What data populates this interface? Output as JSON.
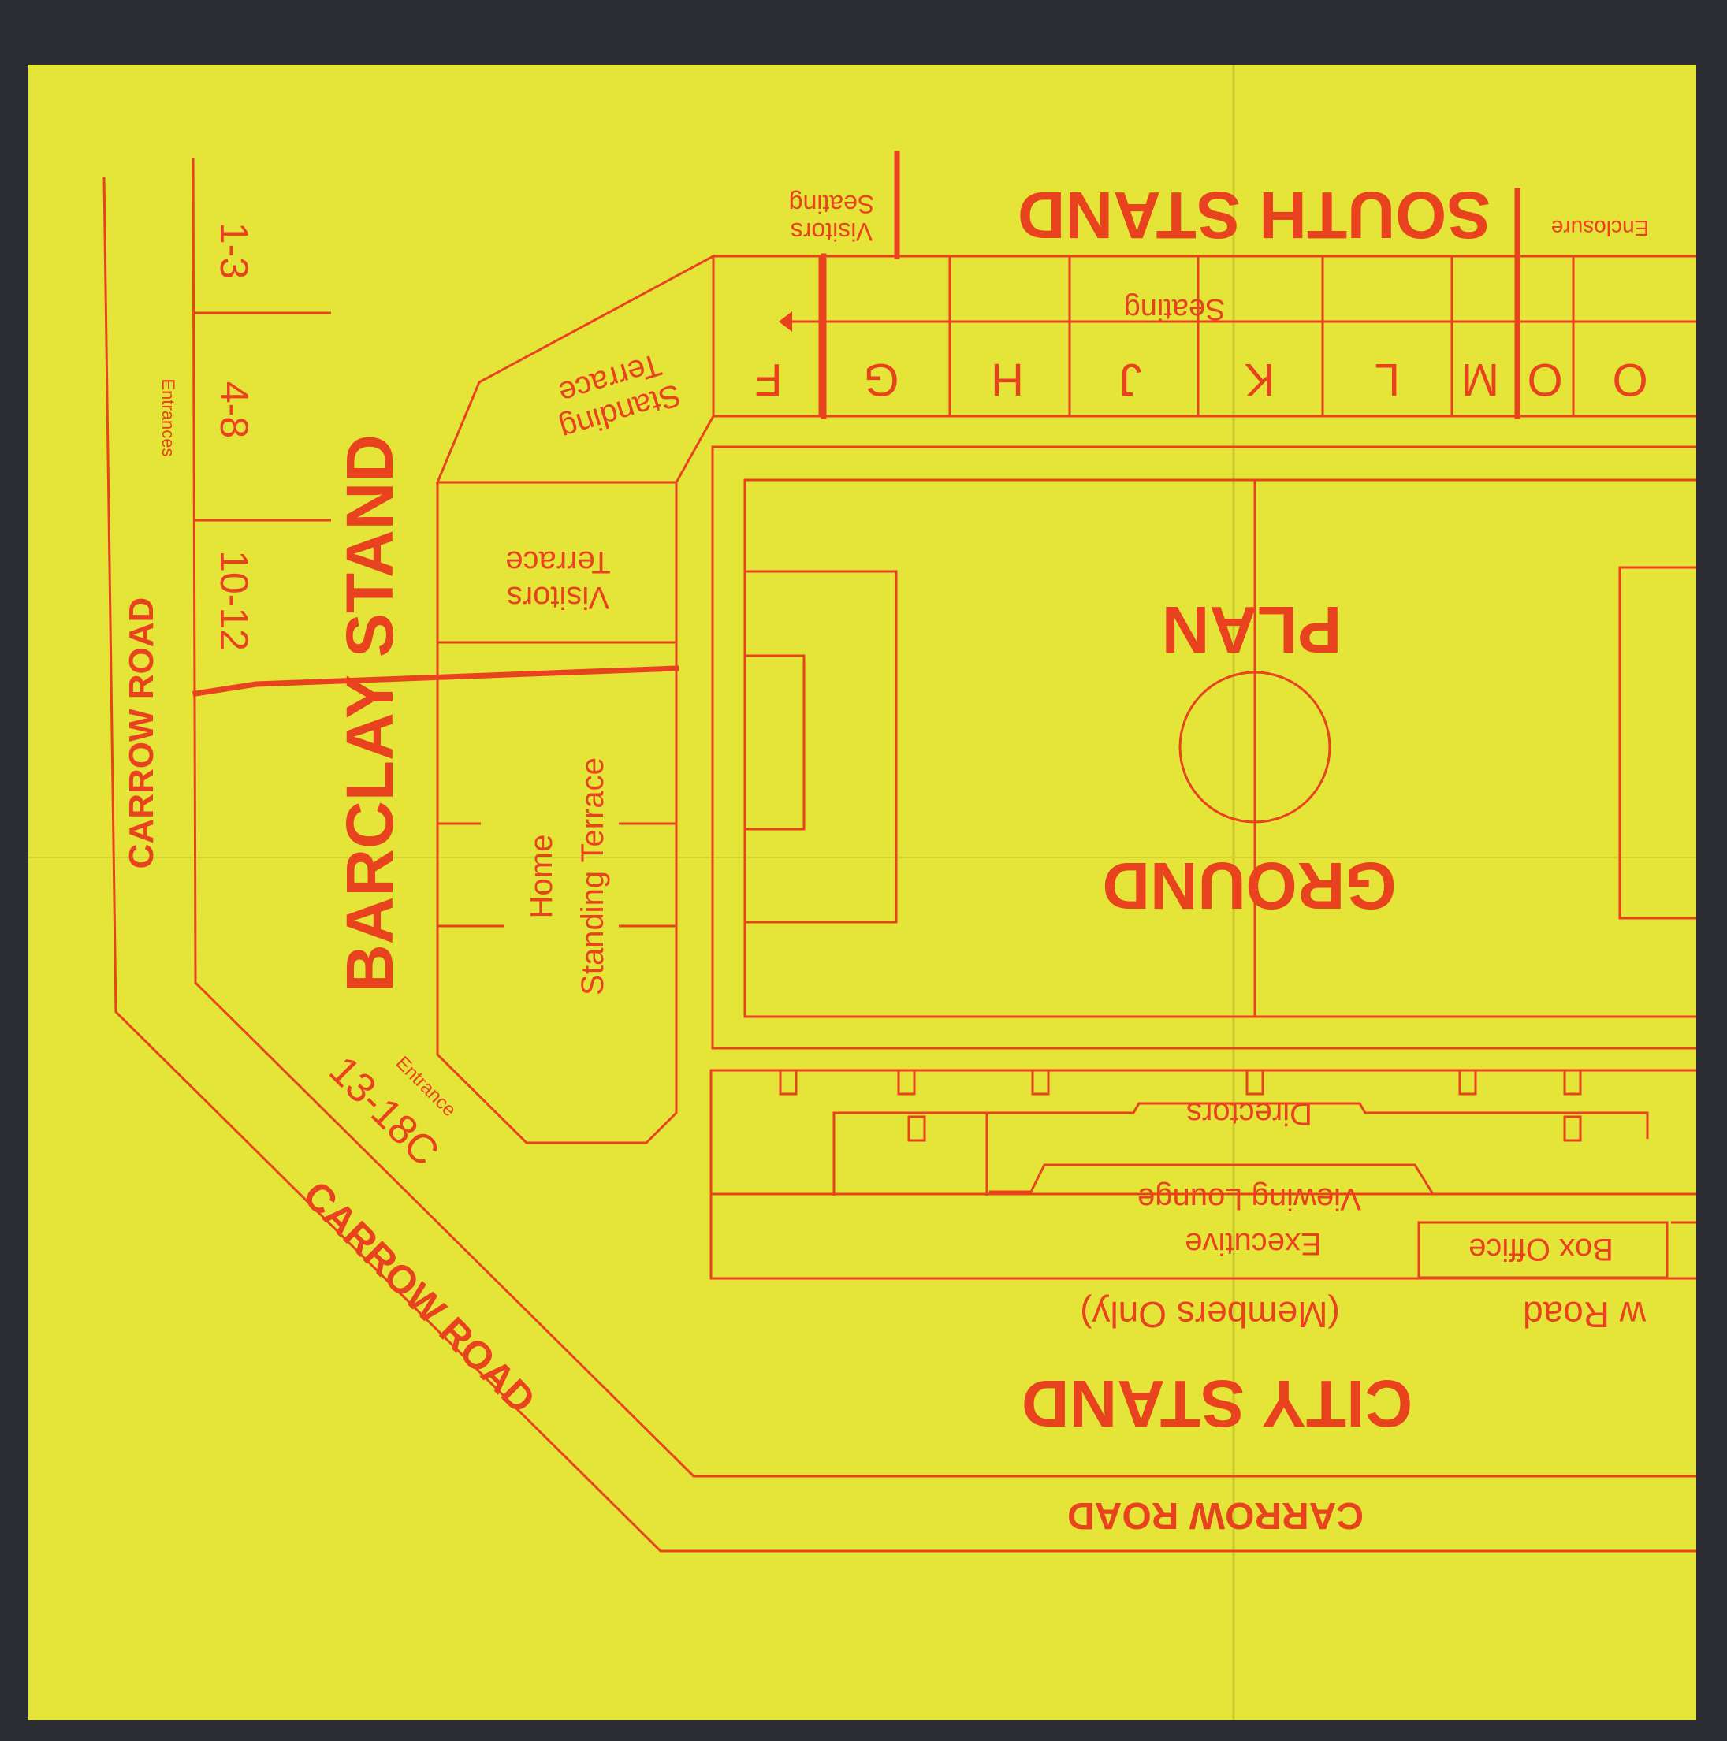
{
  "colors": {
    "paper": "#e4e439",
    "ink": "#e8421f",
    "background": "#2b2d33"
  },
  "map": {
    "title_plan": "PLAN",
    "title_ground": "GROUND",
    "stands": {
      "south": "SOUTH STAND",
      "barclay": "BARCLAY STAND",
      "city": "CITY STAND"
    },
    "roads": {
      "left": "CARROW ROAD",
      "diagonal": "CARROW ROAD",
      "bottom": "CARROW ROAD",
      "cut_off": "w Road"
    },
    "entrances": {
      "label_plural": "Entrances",
      "label_single": "Entrance",
      "group_1": "1-3",
      "group_2": "4-8",
      "group_3": "10-12",
      "group_4": "13-18C"
    },
    "areas": {
      "visitors_seating_1": "Visitors",
      "visitors_seating_2": "Seating",
      "enclosure": "Enclosure",
      "seating": "Seating",
      "standing_terrace_1": "Standing",
      "standing_terrace_2": "Terrace",
      "visitors_terrace_1": "Visitors",
      "visitors_terrace_2": "Terrace",
      "home_terrace_1": "Home",
      "home_terrace_2": "Standing Terrace",
      "directors": "Directors",
      "viewing_lounge": "Viewing Lounge",
      "executive": "Executive",
      "box_office": "Box Office",
      "members_only": "(Members Only)"
    },
    "blocks": [
      "F",
      "G",
      "H",
      "J",
      "K",
      "L",
      "M",
      "O",
      "O"
    ]
  }
}
